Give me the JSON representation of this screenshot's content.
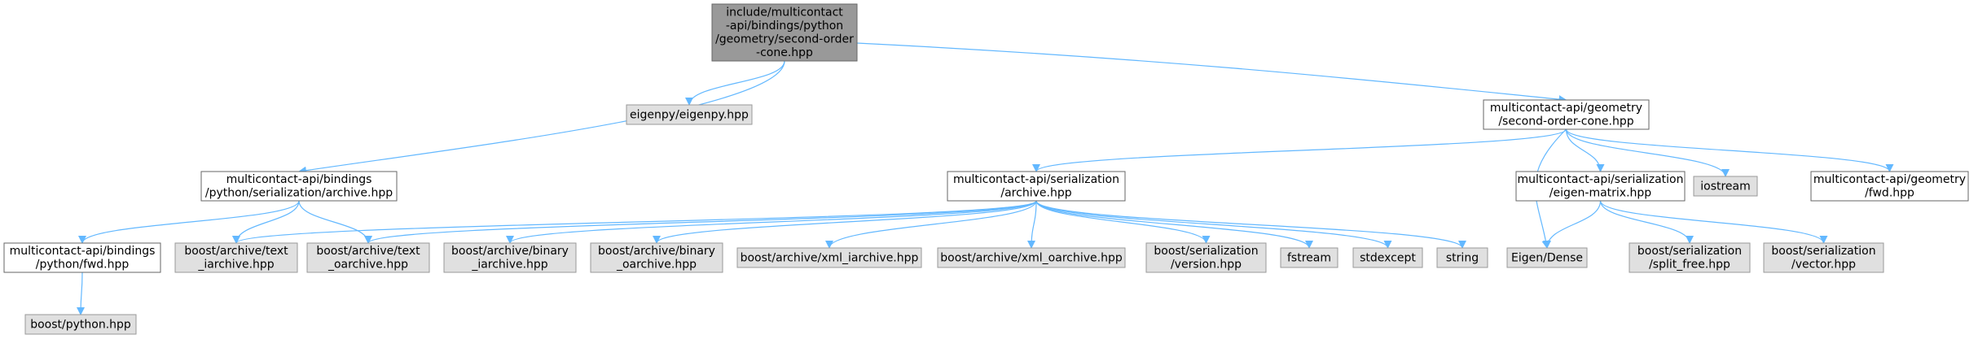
{
  "colors": {
    "root_fill": "#999999",
    "root_stroke": "#666666",
    "white_fill": "#ffffff",
    "white_stroke": "#666666",
    "gray_fill": "#e0e0e0",
    "gray_stroke": "#999999",
    "edge": "#63b8ff"
  },
  "nodes": [
    {
      "id": "root",
      "kind": "root",
      "lines": [
        "include/multicontact",
        "-api/bindings/python",
        "/geometry/second-order",
        "-cone.hpp"
      ]
    },
    {
      "id": "eigenpy",
      "kind": "gray",
      "lines": [
        "eigenpy/eigenpy.hpp"
      ]
    },
    {
      "id": "mc_geom_soc",
      "kind": "white",
      "lines": [
        "multicontact-api/geometry",
        "/second-order-cone.hpp"
      ]
    },
    {
      "id": "mc_bind_archive",
      "kind": "white",
      "lines": [
        "multicontact-api/bindings",
        "/python/serialization/archive.hpp"
      ]
    },
    {
      "id": "mc_ser_archive",
      "kind": "white",
      "lines": [
        "multicontact-api/serialization",
        "/archive.hpp"
      ]
    },
    {
      "id": "mc_ser_eigen",
      "kind": "white",
      "lines": [
        "multicontact-api/serialization",
        "/eigen-matrix.hpp"
      ]
    },
    {
      "id": "iostream",
      "kind": "gray",
      "lines": [
        "iostream"
      ]
    },
    {
      "id": "mc_geom_fwd",
      "kind": "white",
      "lines": [
        "multicontact-api/geometry",
        "/fwd.hpp"
      ]
    },
    {
      "id": "mc_bind_fwd",
      "kind": "white",
      "lines": [
        "multicontact-api/bindings",
        "/python/fwd.hpp"
      ]
    },
    {
      "id": "text_iarchive",
      "kind": "gray",
      "lines": [
        "boost/archive/text",
        "_iarchive.hpp"
      ]
    },
    {
      "id": "text_oarchive",
      "kind": "gray",
      "lines": [
        "boost/archive/text",
        "_oarchive.hpp"
      ]
    },
    {
      "id": "binary_iarchive",
      "kind": "gray",
      "lines": [
        "boost/archive/binary",
        "_iarchive.hpp"
      ]
    },
    {
      "id": "binary_oarchive",
      "kind": "gray",
      "lines": [
        "boost/archive/binary",
        "_oarchive.hpp"
      ]
    },
    {
      "id": "xml_iarchive",
      "kind": "gray",
      "lines": [
        "boost/archive/xml_iarchive.hpp"
      ]
    },
    {
      "id": "xml_oarchive",
      "kind": "gray",
      "lines": [
        "boost/archive/xml_oarchive.hpp"
      ]
    },
    {
      "id": "ser_version",
      "kind": "gray",
      "lines": [
        "boost/serialization",
        "/version.hpp"
      ]
    },
    {
      "id": "fstream",
      "kind": "gray",
      "lines": [
        "fstream"
      ]
    },
    {
      "id": "stdexcept",
      "kind": "gray",
      "lines": [
        "stdexcept"
      ]
    },
    {
      "id": "string",
      "kind": "gray",
      "lines": [
        "string"
      ]
    },
    {
      "id": "eigen_dense",
      "kind": "gray",
      "lines": [
        "Eigen/Dense"
      ]
    },
    {
      "id": "ser_split_free",
      "kind": "gray",
      "lines": [
        "boost/serialization",
        "/split_free.hpp"
      ]
    },
    {
      "id": "ser_vector",
      "kind": "gray",
      "lines": [
        "boost/serialization",
        "/vector.hpp"
      ]
    },
    {
      "id": "boost_python",
      "kind": "gray",
      "lines": [
        "boost/python.hpp"
      ]
    }
  ],
  "edges": [
    {
      "from": "root",
      "to": "eigenpy"
    },
    {
      "from": "root",
      "to": "mc_bind_archive"
    },
    {
      "from": "root",
      "to": "mc_geom_soc"
    },
    {
      "from": "mc_bind_archive",
      "to": "mc_bind_fwd"
    },
    {
      "from": "mc_bind_archive",
      "to": "text_iarchive"
    },
    {
      "from": "mc_bind_archive",
      "to": "text_oarchive"
    },
    {
      "from": "mc_bind_fwd",
      "to": "boost_python"
    },
    {
      "from": "mc_geom_soc",
      "to": "mc_ser_archive"
    },
    {
      "from": "mc_geom_soc",
      "to": "mc_ser_eigen"
    },
    {
      "from": "mc_geom_soc",
      "to": "iostream"
    },
    {
      "from": "mc_geom_soc",
      "to": "mc_geom_fwd"
    },
    {
      "from": "mc_geom_soc",
      "to": "eigen_dense"
    },
    {
      "from": "mc_ser_archive",
      "to": "text_iarchive"
    },
    {
      "from": "mc_ser_archive",
      "to": "text_oarchive"
    },
    {
      "from": "mc_ser_archive",
      "to": "binary_iarchive"
    },
    {
      "from": "mc_ser_archive",
      "to": "binary_oarchive"
    },
    {
      "from": "mc_ser_archive",
      "to": "xml_iarchive"
    },
    {
      "from": "mc_ser_archive",
      "to": "xml_oarchive"
    },
    {
      "from": "mc_ser_archive",
      "to": "ser_version"
    },
    {
      "from": "mc_ser_archive",
      "to": "fstream"
    },
    {
      "from": "mc_ser_archive",
      "to": "stdexcept"
    },
    {
      "from": "mc_ser_archive",
      "to": "string"
    },
    {
      "from": "mc_ser_eigen",
      "to": "eigen_dense"
    },
    {
      "from": "mc_ser_eigen",
      "to": "ser_split_free"
    },
    {
      "from": "mc_ser_eigen",
      "to": "ser_vector"
    }
  ]
}
